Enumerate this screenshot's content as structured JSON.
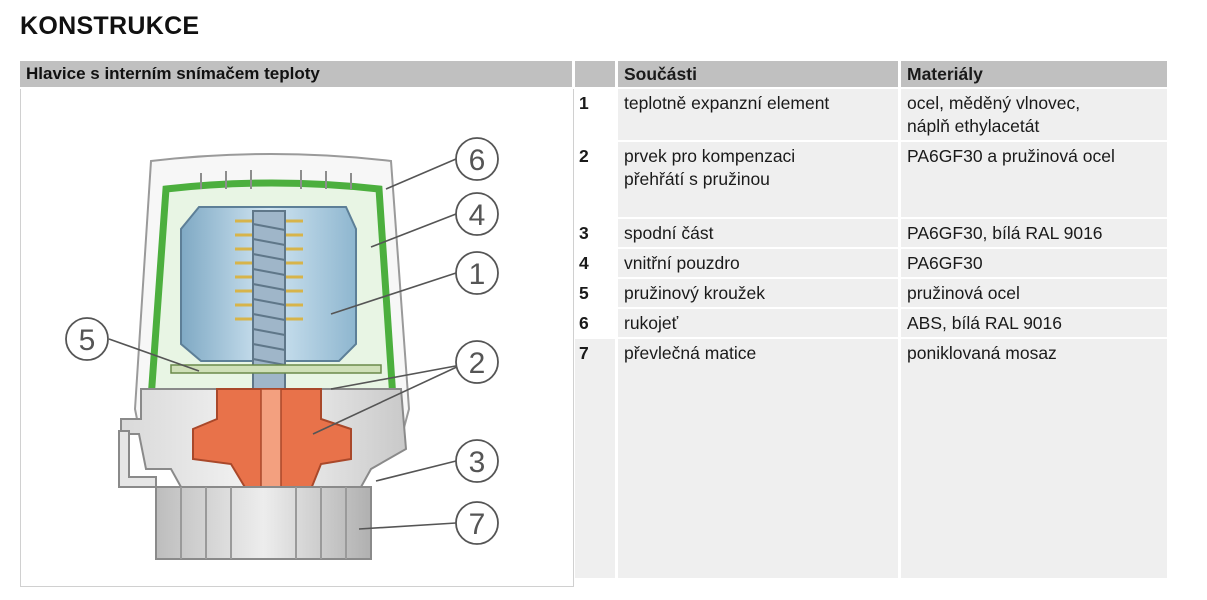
{
  "title": "KONSTRUKCE",
  "left_header": "Hlavice s interním snímačem teploty",
  "table": {
    "headers": [
      "",
      "Součásti",
      "Materiály"
    ],
    "rows": [
      {
        "num": "1",
        "part": "teplotně expanzní element",
        "material": "ocel, měděný vlnovec,\nnáplň ethylacetát"
      },
      {
        "num": "2",
        "part": "prvek pro kompenzaci\npřehřátí s pružinou",
        "material": "PA6GF30 a pružinová ocel"
      },
      {
        "num": "3",
        "part": "spodní část",
        "material": "PA6GF30, bílá RAL 9016"
      },
      {
        "num": "4",
        "part": "vnitřní pouzdro",
        "material": "PA6GF30"
      },
      {
        "num": "5",
        "part": "pružinový kroužek",
        "material": "pružinová ocel"
      },
      {
        "num": "6",
        "part": "rukojeť",
        "material": "ABS, bílá RAL 9016"
      },
      {
        "num": "7",
        "part": "převlečná matice",
        "material": "poniklovaná mosaz"
      }
    ]
  },
  "callouts": [
    "6",
    "4",
    "1",
    "5",
    "2",
    "3",
    "7"
  ],
  "colors": {
    "header_bg": "#c0c0c0",
    "cell_bg": "#efefef",
    "green_housing": "#4caf3e",
    "orange_core": "#e8724a",
    "blue_element": "#9ec7e0"
  }
}
